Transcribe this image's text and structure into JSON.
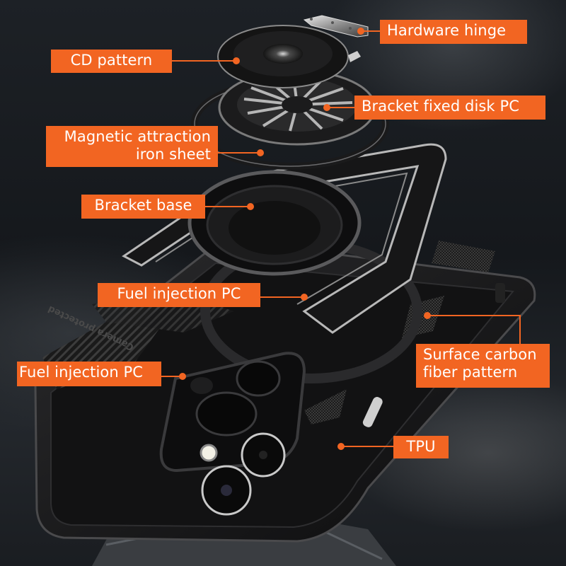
{
  "diagram": {
    "subject": "Exploded view of magnetic ring-holder phone case",
    "accent_color": "#f26522",
    "callouts": [
      {
        "id": "hardware-hinge",
        "lines": [
          "Hardware hinge"
        ]
      },
      {
        "id": "cd-pattern",
        "lines": [
          "CD pattern"
        ]
      },
      {
        "id": "bracket-fixed-disk-pc",
        "lines": [
          "Bracket fixed disk PC"
        ]
      },
      {
        "id": "magnetic-attraction-iron-sheet",
        "lines": [
          "Magnetic attraction",
          "iron sheet"
        ]
      },
      {
        "id": "bracket-base",
        "lines": [
          "Bracket base"
        ]
      },
      {
        "id": "fuel-injection-pc-frame",
        "lines": [
          "Fuel injection PC"
        ]
      },
      {
        "id": "surface-carbon-fiber-pattern",
        "lines": [
          "Surface carbon",
          "fiber pattern"
        ]
      },
      {
        "id": "fuel-injection-pc-camera",
        "lines": [
          "Fuel injection PC"
        ]
      },
      {
        "id": "tpu",
        "lines": [
          "TPU"
        ]
      }
    ],
    "embossed_text": [
      "Camera",
      "protected"
    ]
  }
}
